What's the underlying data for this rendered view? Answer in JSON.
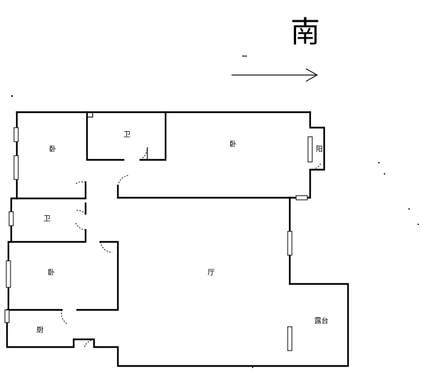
{
  "compass": {
    "label": "南"
  },
  "rooms": {
    "bedroom_top_left": "卧",
    "bath_top": "卫",
    "bedroom_top_right": "卧",
    "balcony": "阳",
    "bath_left": "卫",
    "bedroom_left": "卧",
    "living_room": "厅",
    "kitchen": "厨",
    "terrace": "露台"
  }
}
